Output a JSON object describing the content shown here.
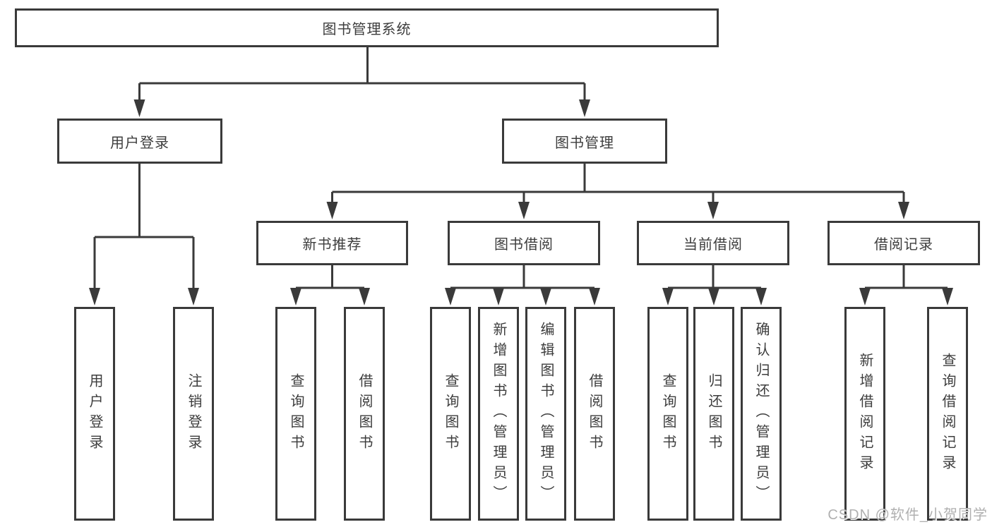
{
  "tree": {
    "root": "图书管理系统",
    "branches": [
      {
        "label": "用户登录",
        "children": [
          "用户登录",
          "注销登录"
        ]
      },
      {
        "label": "图书管理",
        "children": [
          {
            "label": "新书推荐",
            "children": [
              "查询图书",
              "借阅图书"
            ]
          },
          {
            "label": "图书借阅",
            "children": [
              "查询图书",
              "新增图书（管理员）",
              "编辑图书（管理员）",
              "借阅图书"
            ]
          },
          {
            "label": "当前借阅",
            "children": [
              "查询图书",
              "归还图书",
              "确认归还（管理员）"
            ]
          },
          {
            "label": "借阅记录",
            "children": [
              "新增借阅记录",
              "查询借阅记录"
            ]
          }
        ]
      }
    ]
  },
  "watermark": "CSDN @软件_小贺同学",
  "colors": {
    "line": "#3a3a3a",
    "text": "#3d3d3d",
    "watermark": "#b0b0b0",
    "background": "#ffffff"
  }
}
